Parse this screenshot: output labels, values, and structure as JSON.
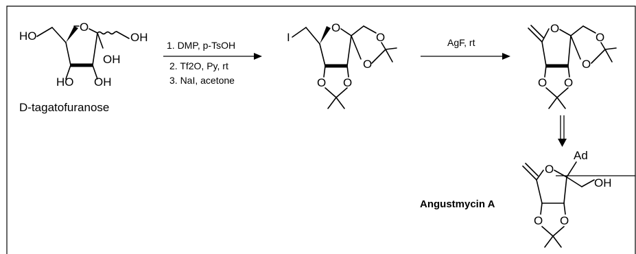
{
  "labels": {
    "start_name": "D-tagatofuranose",
    "product_name": "Angustmycin A"
  },
  "step1": {
    "line1": "1. DMP, p-TsOH",
    "line2": "2. Tf2O, Py, rt",
    "line3": "3. NaI, acetone"
  },
  "step2": {
    "reagent": "AgF, rt"
  },
  "atoms": {
    "ho": "HO",
    "oh": "OH",
    "o": "O",
    "i": "I",
    "ad": "Ad"
  },
  "colors": {
    "ink": "#000000",
    "background": "#ffffff"
  }
}
